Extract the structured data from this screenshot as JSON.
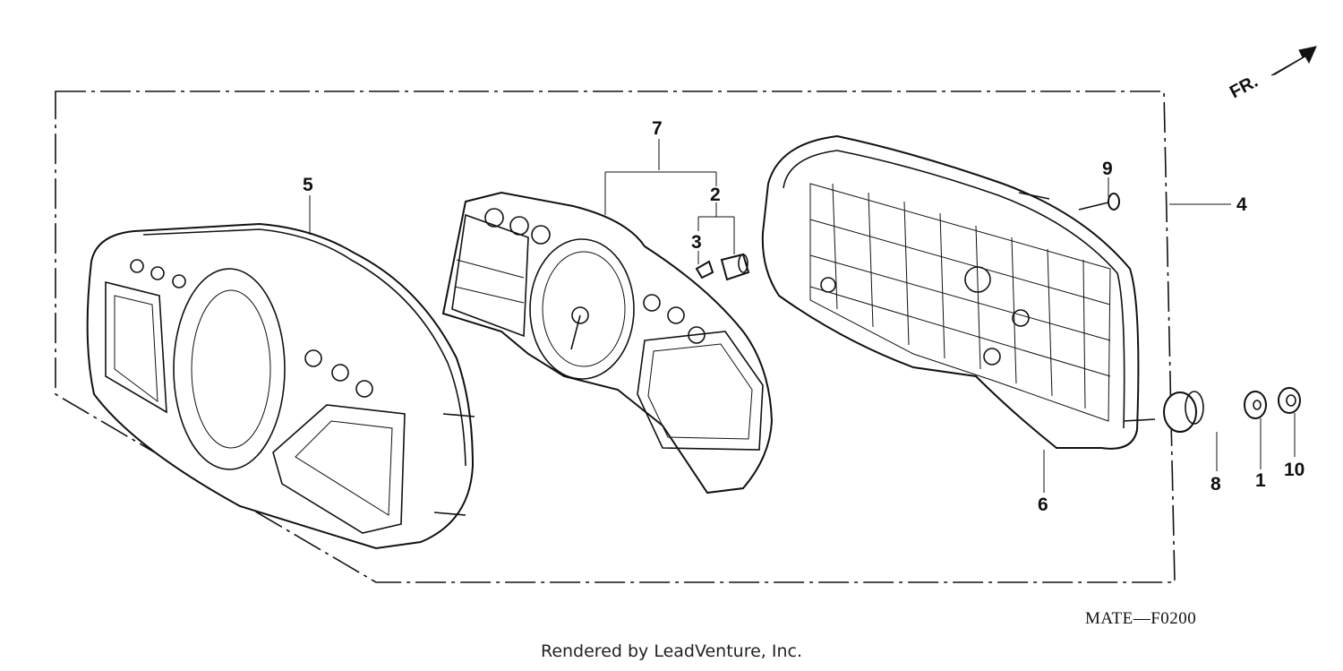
{
  "direction_label": "FR.",
  "callouts": {
    "c1": "1",
    "c2": "2",
    "c3": "3",
    "c4": "4",
    "c5": "5",
    "c6": "6",
    "c7": "7",
    "c8": "8",
    "c9": "9",
    "c10": "10"
  },
  "diagram_code": "MATE—F0200",
  "credit": "Rendered by LeadVenture, Inc."
}
